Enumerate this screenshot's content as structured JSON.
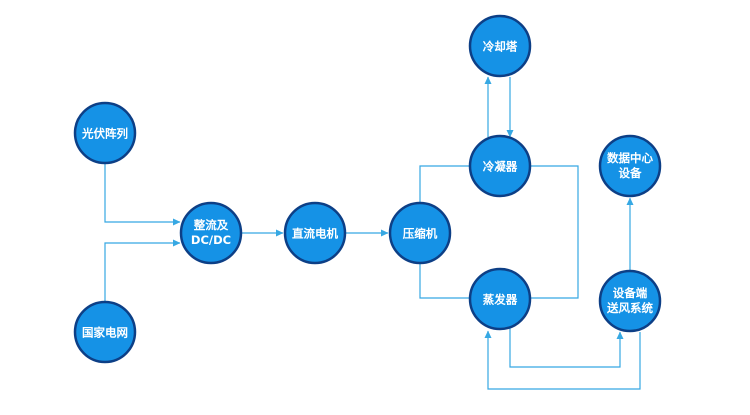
{
  "nodes": {
    "pv_array": "光伏阵列",
    "grid": "国家电网",
    "rectifier_line1": "整流及",
    "rectifier_line2": "DC/DC",
    "dc_motor": "直流电机",
    "compressor": "压缩机",
    "cooling_tower": "冷却塔",
    "condenser": "冷凝器",
    "evaporator": "蒸发器",
    "dc_equipment_line1": "数据中心",
    "dc_equipment_line2": "设备",
    "air_supply_line1": "设备端",
    "air_supply_line2": "送风系统"
  },
  "colors": {
    "node_fill": "#1592e6",
    "node_border": "#0d3f86",
    "connector": "#36a8e3",
    "text": "#ffffff"
  }
}
